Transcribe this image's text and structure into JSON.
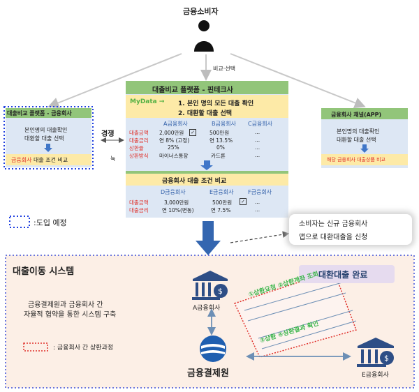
{
  "consumer": {
    "label": "금융소비자"
  },
  "compare_select": "비교·선택",
  "left_box": {
    "title": "대출비교 플랫폼 - 금융회사",
    "line1": "본인명의 대출확인",
    "line2": "대환할 대출 선택",
    "bottom_red": "금융회사",
    "bottom_rest": " 대출 조건 비교"
  },
  "compete_label": "경쟁",
  "compete_sub": "뉵",
  "center_box": {
    "title": "대출비교 플랫폼 - 핀테크사",
    "mydata": "MyData →",
    "step1": "1. 본인 명의 모든 대출 확인",
    "step2": "2. 대환할 대출 선택",
    "top_cols": [
      "A금융회사",
      "B금융회사",
      "C금융회사"
    ],
    "top_rows": [
      {
        "label": "대출금액",
        "a": "2,000만원",
        "b": "500만원",
        "c": "..."
      },
      {
        "label": "대출금리",
        "a": "연 8% (고정)",
        "b": "연 13.5%",
        "c": "..."
      },
      {
        "label": "상환율",
        "a": "25%",
        "b": "0%",
        "c": "..."
      },
      {
        "label": "상환방식",
        "a": "마이너스통장",
        "b": "카드론",
        "c": "..."
      }
    ],
    "compare_title": "금융회사 대출 조건 비교",
    "bottom_cols": [
      "D금융회사",
      "E금융회사",
      "F금융회사"
    ],
    "bottom_rows": [
      {
        "label": "대출금액",
        "d": "3,000만원",
        "e": "500만원",
        "f": "..."
      },
      {
        "label": "대출금리",
        "d": "연 10%(변동)",
        "e": "연 7.5%",
        "f": "..."
      }
    ]
  },
  "right_box": {
    "title": "금융회사 채널(APP)",
    "line1": "본인명의 대출확인",
    "line2": "대환할 대출 선택",
    "bottom": "해당 금융회사 대출상품 비교"
  },
  "legend_planned": ":도입 예정",
  "callout": {
    "line1": "소비자는 신규 금융회사",
    "line2": "앱으로 대환대출을 신청"
  },
  "system": {
    "title": "대출이동 시스템",
    "desc1": "금융결제원과 금융회사 간",
    "desc2": "자율적 협약을 통한 시스템 구축",
    "legend_red": ": 금융회사 간 상환과정",
    "done_badge": "대환대출 완료",
    "bank_a": "A금융회사",
    "bank_e": "E금융회사",
    "kftc": "금융결제원",
    "step_1": "①상환요청",
    "step_2": "②상환계좌 조회",
    "step_3": "③상환",
    "step_4": "④상환결과 확인"
  },
  "colors": {
    "header_green": "#92c57a",
    "card_blue": "#dde7f4",
    "band_yellow": "#fdeaa7",
    "accent_red": "#e0302a",
    "system_bg": "#fcefe6",
    "planned_blue": "#1f3fe0"
  }
}
